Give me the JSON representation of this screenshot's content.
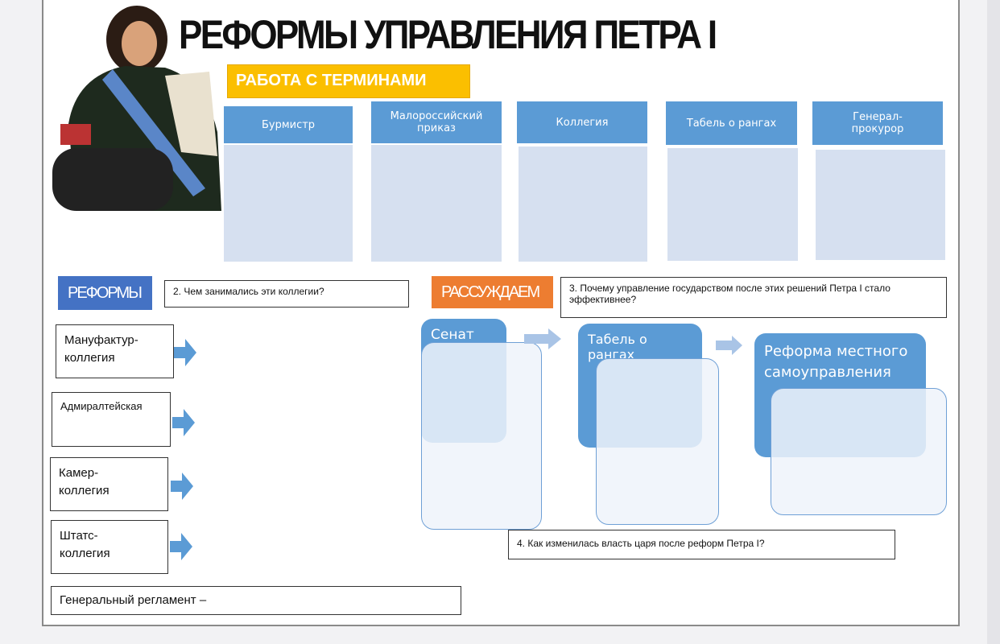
{
  "title": "РЕФОРМЫ УПРАВЛЕНИЯ ПЕТРА I",
  "terms_label": "РАБОТА С ТЕРМИНАМИ",
  "terms": [
    "Бурмистр",
    "Малороссийский приказ",
    "Коллегия",
    "Табель о рангах",
    "Генерал-прокурор"
  ],
  "reforms_label": "РЕФОРМЫ",
  "q2": "2. Чем занимались эти коллегии?",
  "reason_label": "РАССУЖДАЕМ",
  "q3": "3. Почему управление государством после этих решений Петра I стало эффективнее?",
  "q4": "4.  Как изменилась власть царя после реформ Петра I?",
  "colleges": [
    "Мануфактур-коллегия",
    "Адмиралтейская",
    "Камер-коллегия",
    "Штатс-коллегия"
  ],
  "general_reglament": "Генеральный регламент –",
  "chain": [
    "Сенат",
    "Табель о рангах",
    "Реформа местного самоуправления"
  ],
  "colors": {
    "header": "#5b9bd5",
    "body": "#d6e0f0",
    "orange": "#ed7d31",
    "yellow": "#fbbf00",
    "navy": "#4472c4"
  }
}
